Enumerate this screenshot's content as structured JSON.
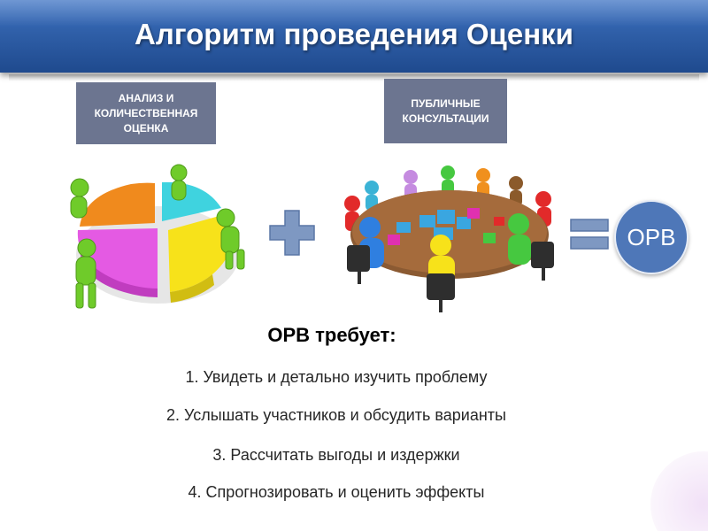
{
  "title": "Алгоритм проведения Оценки",
  "box_left": [
    "АНАЛИЗ И",
    "КОЛИЧЕСТВЕННАЯ",
    "ОЦЕНКА"
  ],
  "box_right": [
    "ПУБЛИЧНЫЕ",
    "КОНСУЛЬТАЦИИ"
  ],
  "result_label": "ОРВ",
  "requirements_title": "ОРВ требует:",
  "requirements": [
    "1. Увидеть и детально изучить проблему",
    "2. Услышать участников и обсудить варианты",
    "3. Рассчитать выгоды и издержки",
    "4. Спрогнозировать и оценить эффекты"
  ],
  "icons": [
    "pie-chart-people-illustration",
    "plus-icon",
    "round-table-puzzle-illustration",
    "equals-icon"
  ],
  "colors": {
    "title_bar": "#2f5fa8",
    "box_fill": "#6c7590",
    "circle_fill": "#4e77b8",
    "operator_fill": "#7e98c2"
  }
}
